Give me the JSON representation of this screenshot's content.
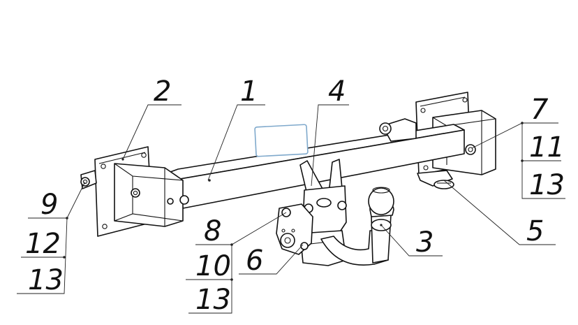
{
  "labels": {
    "frame": "1",
    "left_bracket": "2",
    "ball": "3",
    "swivel": "4",
    "right_bracket_bottom": "5",
    "socket": "6",
    "right_bolt": "7",
    "mid_a": "8",
    "mid_b": "10",
    "mid_c": "13",
    "left_a": "9",
    "left_b": "12",
    "left_c": "13",
    "right_a": "11",
    "right_b": "13"
  },
  "colors": {
    "line": "#111111",
    "plate": "#7fa9cc"
  }
}
